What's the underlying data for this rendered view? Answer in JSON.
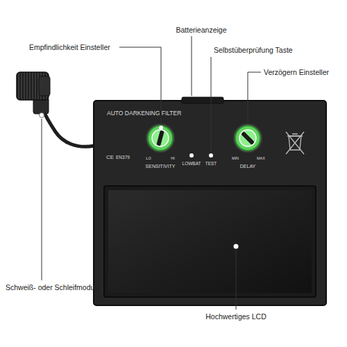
{
  "diagram": {
    "labels": [
      "Empfindlichkeit Einsteller",
      "Batterieanzeige",
      "Selbstüberprüfung Taste",
      "Verzögern Einsteller",
      "AUTO DARKENING FILTER",
      "CE",
      "EN379",
      "LO",
      "HI",
      "SENSITIVITY",
      "LOWBAT",
      "TEST",
      "MIN",
      "MAX",
      "DELAY",
      "Schweiß- oder Schleifmodus",
      "Hochwertiges LCD"
    ]
  }
}
